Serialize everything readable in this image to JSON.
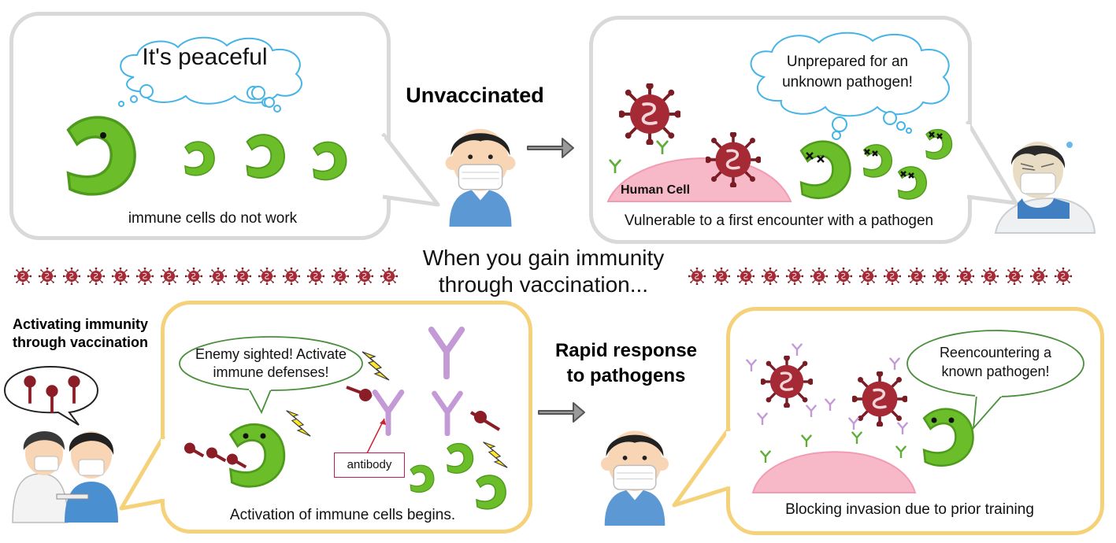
{
  "top_left": {
    "thought": "It's peaceful",
    "caption": "immune cells do not work"
  },
  "unvaccinated": {
    "title": "Unvaccinated"
  },
  "top_right": {
    "thought_line1": "Unprepared for an",
    "thought_line2": "unknown pathogen!",
    "cell_label": "Human Cell",
    "caption": "Vulnerable to a first encounter with a pathogen"
  },
  "middle": {
    "line1": "When you gain immunity",
    "line2": "through vaccination..."
  },
  "activating": {
    "title_line1": "Activating immunity",
    "title_line2": "through vaccination"
  },
  "bottom_left": {
    "speech_line1": "Enemy sighted! Activate",
    "speech_line2": "immune defenses!",
    "antibody_label": "antibody",
    "caption": "Activation of immune cells begins."
  },
  "rapid": {
    "title_line1": "Rapid response",
    "title_line2": "to pathogens"
  },
  "bottom_right": {
    "speech_line1": "Reencountering a",
    "speech_line2": "known pathogen!",
    "caption": "Blocking invasion due to prior training"
  },
  "colors": {
    "immune_cell": "#6cbd2a",
    "virus": "#9c2630",
    "gray_border": "#d9d9d9",
    "gold_border": "#f5d27a",
    "cell_pink": "#f7b8c8",
    "antibody": "#c49ad6"
  }
}
